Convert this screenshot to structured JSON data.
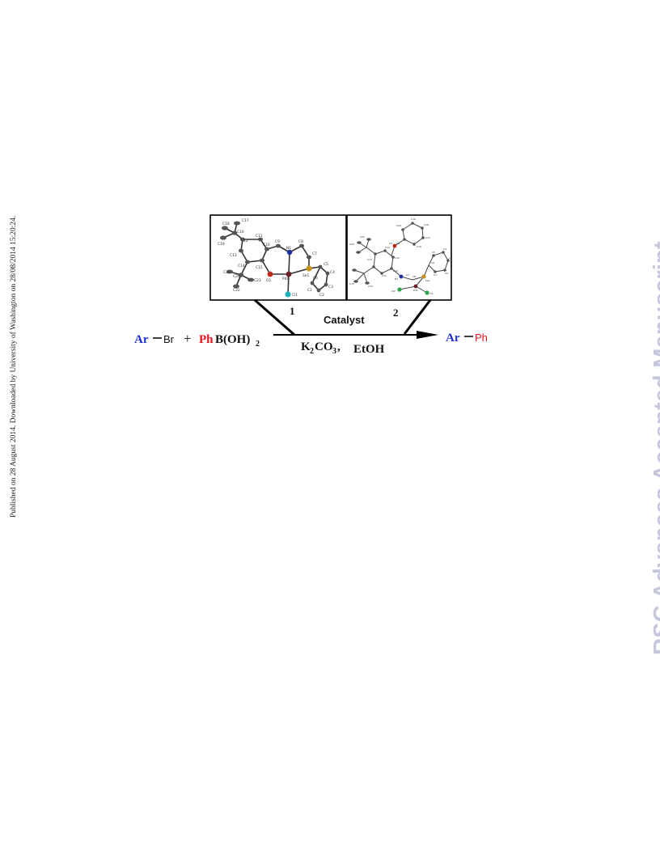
{
  "publication_note": "Published on 28 August 2014. Downloaded by University of Washington on 28/08/2014 15:20:24.",
  "watermark": "RSC Advances Accepted Manuscript",
  "scheme": {
    "reactant1": {
      "aryl": "Ar",
      "halide": "Br"
    },
    "plus": "+",
    "reactant2": {
      "ph": "Ph",
      "boron": "B(OH)",
      "subscript": "2"
    },
    "catalyst_label": "Catalyst",
    "catalyst_numbers": [
      "1",
      "2"
    ],
    "conditions": {
      "base": "K",
      "base_sub1": "2",
      "base_mid": "CO",
      "base_sub2": "3",
      "separator": ",",
      "solvent": "EtOH"
    },
    "product": {
      "aryl": "Ar",
      "ph": "Ph"
    },
    "colors": {
      "aryl": "#1f2fd6",
      "phenyl": "#e8121c",
      "text": "#111111"
    }
  },
  "structure1_labels": [
    "C17",
    "C18",
    "C16",
    "C19",
    "C12",
    "C11",
    "C10",
    "C9",
    "N1",
    "C8",
    "C7",
    "C13",
    "C14",
    "C15",
    "O1",
    "Pd1",
    "Se1",
    "C6",
    "C5",
    "C4",
    "C21",
    "C20",
    "C22",
    "C23",
    "Cl1",
    "C1",
    "C2",
    "C3"
  ],
  "structure2_labels": [
    "C20",
    "C19",
    "C18",
    "C17",
    "C16",
    "C21",
    "C22",
    "C13",
    "C14",
    "C12",
    "C11",
    "C10",
    "C9",
    "C7",
    "C8",
    "C6",
    "C5",
    "C4",
    "C3",
    "C2",
    "C1",
    "O1",
    "N1",
    "Se1",
    "Pd1",
    "Cl1",
    "Cl2",
    "C15",
    "C23"
  ]
}
